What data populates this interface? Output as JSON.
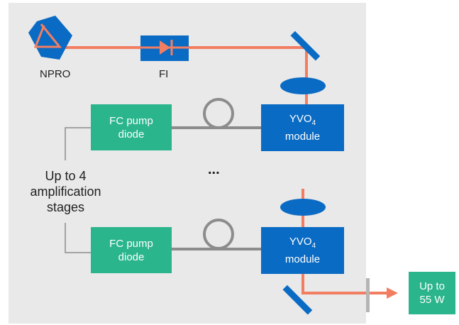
{
  "labels": {
    "npro": "NPRO",
    "fi": "FI",
    "stages": [
      "Up to 4",
      "amplification",
      "stages"
    ],
    "ellipsis": "...",
    "output": [
      "Up to",
      "55 W"
    ]
  },
  "modules": {
    "pump_line1": "FC pump",
    "pump_line2": "diode",
    "yvo_main": "YVO",
    "yvo_sub": "4",
    "yvo_line2": "module"
  },
  "colors": {
    "background_panel": "#e9e9e9",
    "beam": "#f27e62",
    "pump_green": "#2bb58c",
    "yvo_blue": "#0a6bc4",
    "fiber_gray": "#8c8c8c"
  },
  "icons": [
    "prism-icon",
    "isolator-icon",
    "mirror-icon",
    "lens-icon",
    "fiber-coil-icon",
    "beam-dump-icon",
    "arrow-icon"
  ]
}
